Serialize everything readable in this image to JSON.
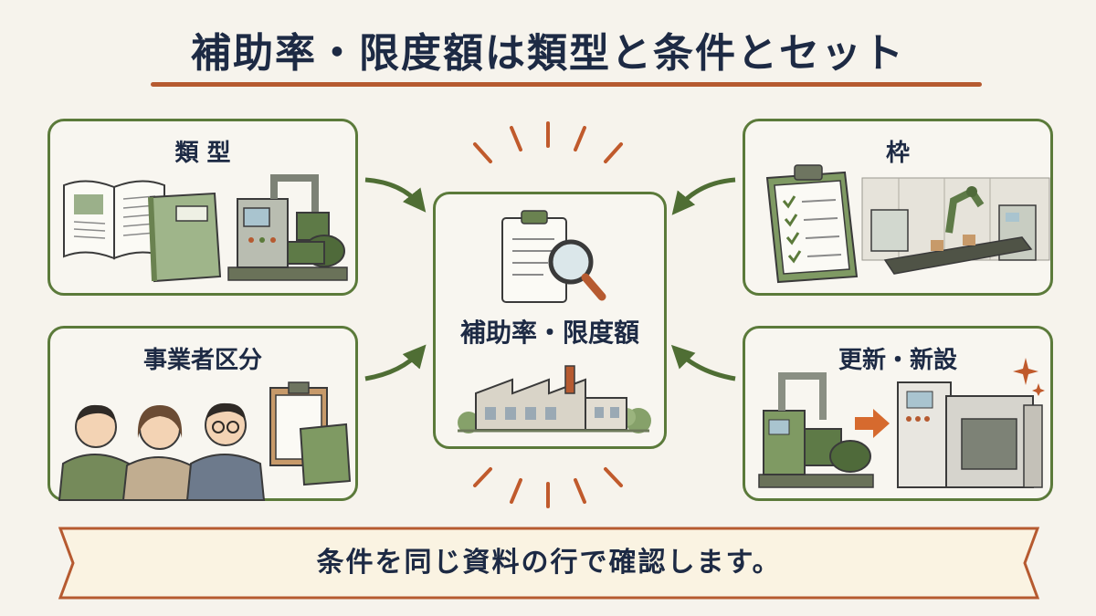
{
  "title": "補助率・限度額は類型と条件とセット",
  "center": {
    "label": "補助率・限度額"
  },
  "cards": {
    "top_left": {
      "label": "類 型"
    },
    "bottom_left": {
      "label": "事業者区分"
    },
    "top_right": {
      "label": "枠"
    },
    "bottom_right": {
      "label": "更新・新設"
    }
  },
  "footer": "条件を同じ資料の行で確認します。",
  "colors": {
    "accent": "#b65a30",
    "frame": "#5b7a3a",
    "text": "#1d2a44",
    "background": "#f6f3ec"
  },
  "icons": [
    "open-book-icon",
    "green-binder-icon",
    "pump-machine-icon",
    "clipboard-magnifier-icon",
    "factory-icon",
    "checklist-clipboard-icon",
    "conveyor-robot-icon",
    "workers-icon",
    "clipboard-documents-icon",
    "old-pump-icon",
    "right-arrow-icon",
    "new-machine-icon",
    "sparkle-icon"
  ]
}
